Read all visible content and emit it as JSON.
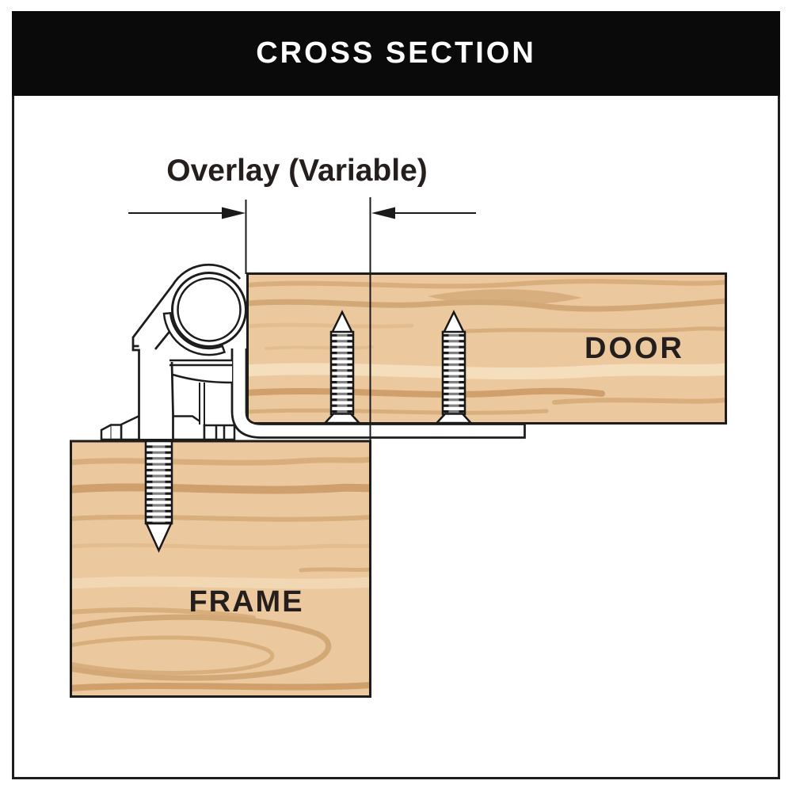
{
  "header": {
    "title": "CROSS SECTION"
  },
  "labels": {
    "dimension": "Overlay (Variable)",
    "door": "DOOR",
    "frame": "FRAME"
  },
  "colors": {
    "header_bg": "#0a0a0a",
    "header_text": "#ffffff",
    "outline": "#1d1d1d",
    "wood_base": "#ebc89d",
    "wood_dark": "#cfa06b",
    "wood_medium": "#d8ae7c",
    "wood_light": "#f4debc",
    "hinge_fill": "#ffffff",
    "label_text": "#241e1c"
  }
}
